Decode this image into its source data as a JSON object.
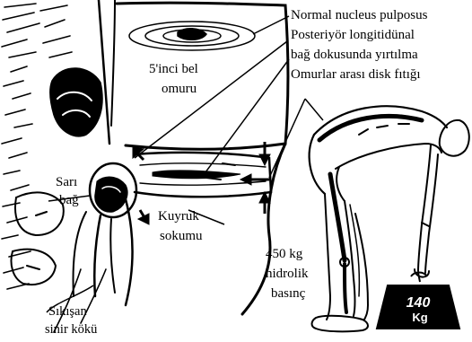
{
  "labels": {
    "normal_nucleus": "Normal nucleus pulposus",
    "posterior_ligament_1": "Posteriyör longitidünal",
    "posterior_ligament_2": "bağ dokusunda yırtılma",
    "disc_herniation": "Omurlar arası disk fıtığı",
    "vertebra_1": "5'inci bel",
    "vertebra_2": "omuru",
    "ligamentum_flavum_1": "Sarı",
    "ligamentum_flavum_2": "bağ",
    "coccyx_1": "Kuyruk",
    "coccyx_2": "sokumu",
    "pressure_1": "450 kg",
    "pressure_2": "hidrolik",
    "pressure_3": "basınç",
    "nerve_root_1": "Sıkışan",
    "nerve_root_2": "sinir kökü"
  },
  "weight_label": {
    "number": "140",
    "unit": "Kg"
  }
}
